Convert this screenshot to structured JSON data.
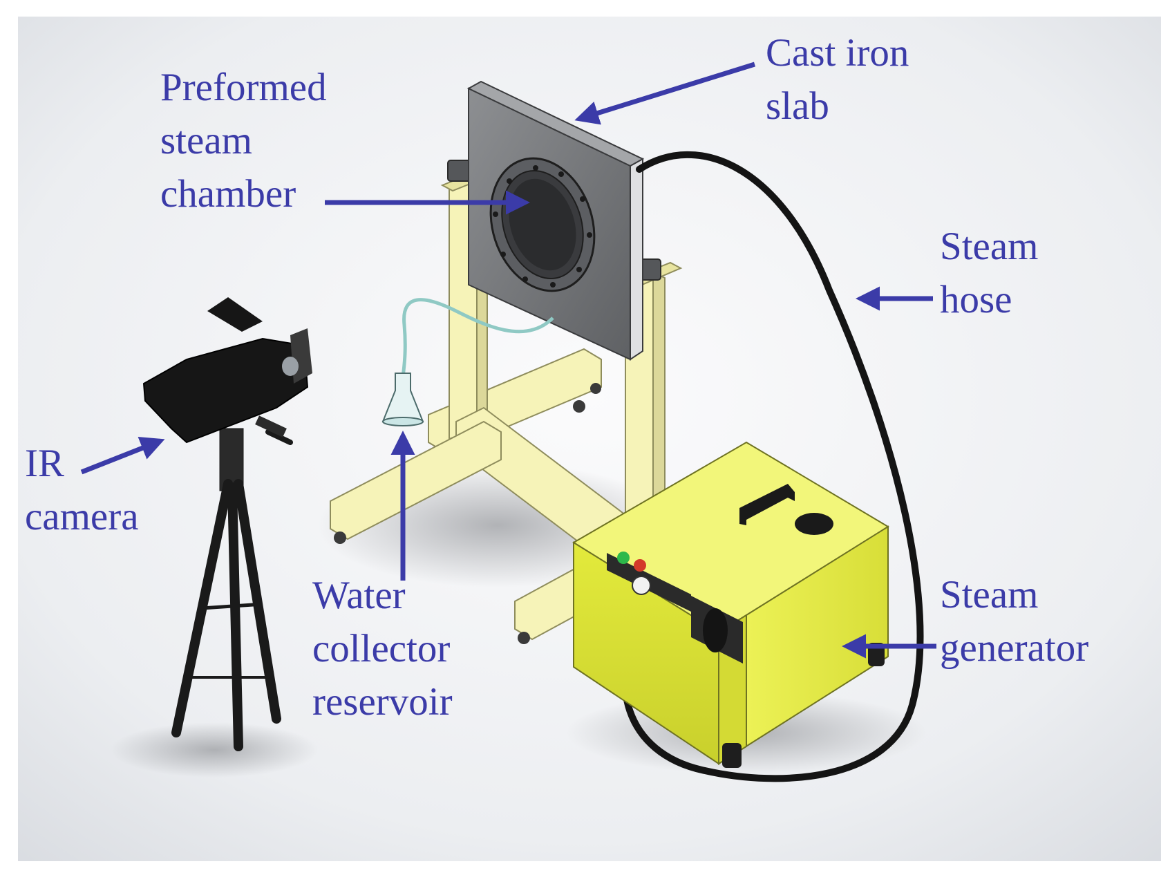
{
  "colors": {
    "label_text": "#3b3ba8",
    "arrow": "#3b3ba8",
    "frame_yellow": "#f6f3b8",
    "generator_yellow": "#e8ee4a",
    "slab_gray": "#76787b",
    "hose_black": "#141414",
    "background_gray": "#e9ebee"
  },
  "labels": {
    "cast_iron_slab": {
      "line1": "Cast iron",
      "line2": "slab"
    },
    "preformed_steam_chamber": {
      "line1": "Preformed",
      "line2": "steam",
      "line3": "chamber"
    },
    "steam_hose": {
      "line1": "Steam",
      "line2": "hose"
    },
    "ir_camera": {
      "line1": "IR",
      "line2": "camera"
    },
    "water_collector_reservoir": {
      "line1": "Water",
      "line2": "collector",
      "line3": "reservoir"
    },
    "steam_generator": {
      "line1": "Steam",
      "line2": "generator"
    }
  },
  "components": [
    "cast-iron-slab",
    "steam-chamber",
    "support-frame",
    "steam-hose",
    "ir-camera",
    "tripod",
    "water-collector-flask",
    "steam-generator"
  ]
}
